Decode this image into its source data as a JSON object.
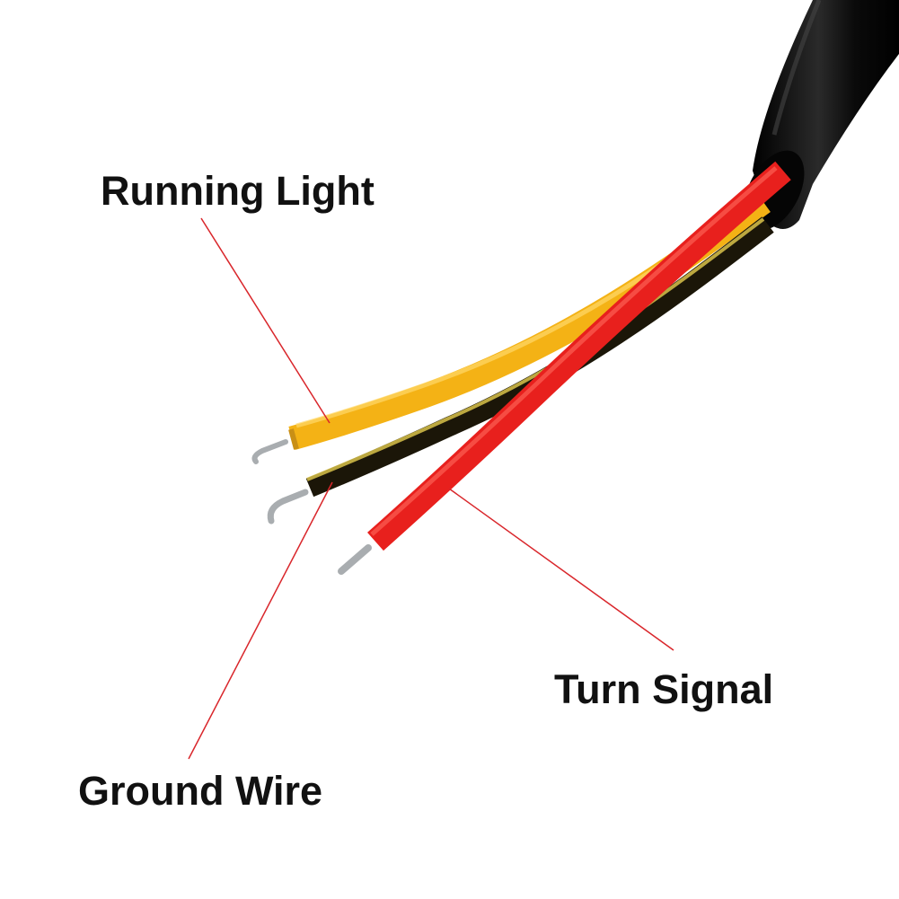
{
  "labels": {
    "running_light": "Running Light",
    "turn_signal": "Turn Signal",
    "ground_wire": "Ground Wire"
  },
  "wires": [
    {
      "name": "running-light-wire",
      "color": "#f4b215"
    },
    {
      "name": "ground-wire",
      "color": "#1b1608"
    },
    {
      "name": "turn-signal-wire",
      "color": "#e8201d"
    }
  ],
  "colors": {
    "cable_jacket": "#111111",
    "leader_line": "#d9262b",
    "conductor": "#a9adb0",
    "background": "#ffffff"
  }
}
